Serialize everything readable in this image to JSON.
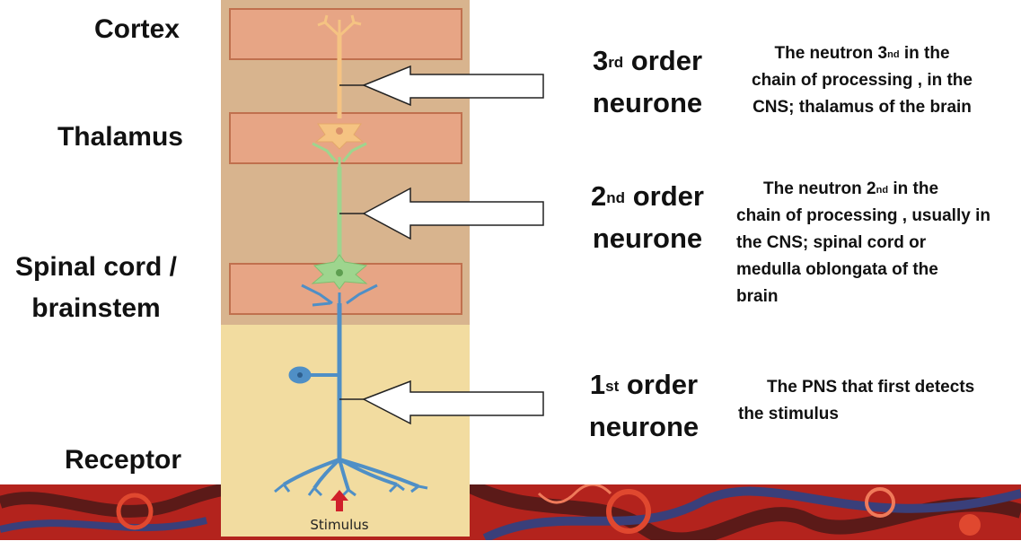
{
  "levels": {
    "cortex": "Cortex",
    "thalamus": "Thalamus",
    "spinal_line1": "Spinal cord /",
    "spinal_line2": "brainstem",
    "receptor": "Receptor"
  },
  "figure": {
    "stimulus_label": "Stimulus",
    "colors": {
      "upper_background": "#d8b48e",
      "lower_background": "#f2dca0",
      "box_fill": "#e7a585",
      "box_stroke": "#c0704e",
      "neuron_1": "#4f8fc6",
      "neuron_2": "#9ed58e",
      "neuron_3": "#f5c382",
      "stimulus_arrow": "#d0202a"
    }
  },
  "orders": [
    {
      "title_num": "3",
      "title_sup": "rd",
      "title_word": " order",
      "title_line2": "neurone",
      "desc_pre": "The neutron 3",
      "desc_sup": "nd",
      "desc_post": " in the",
      "desc_line2": "chain of processing , in the",
      "desc_line3": "CNS; thalamus of the brain"
    },
    {
      "title_num": "2",
      "title_sup": "nd",
      "title_word": " order",
      "title_line2": "neurone",
      "desc_pre": "The neutron 2",
      "desc_sup": "nd",
      "desc_post": "  in the",
      "desc_line2": "chain of processing , usually in",
      "desc_line3": "the CNS; spinal cord or",
      "desc_line4": "medulla oblongata of the",
      "desc_line5": "brain"
    },
    {
      "title_num": "1",
      "title_sup": "st",
      "title_word": " order",
      "title_line2": "neurone",
      "desc_line1": "The PNS that first detects",
      "desc_line2": "the stimulus"
    }
  ],
  "footer_colors": [
    "#c0261f",
    "#5b1a18",
    "#3a3f7a",
    "#e0482f"
  ]
}
